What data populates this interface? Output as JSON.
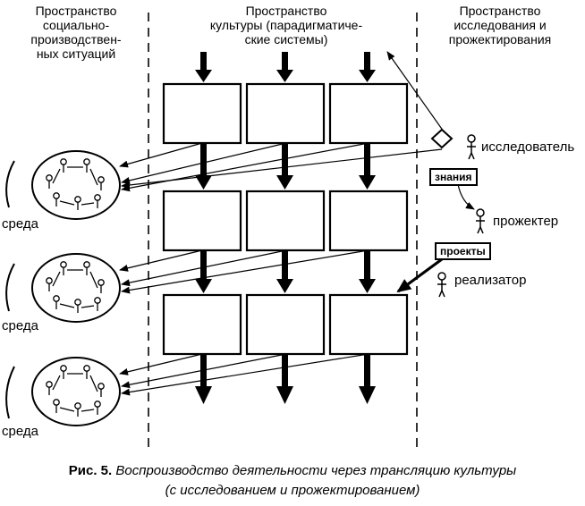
{
  "headers": {
    "left": [
      "Пространство",
      "социально-",
      "производствен-",
      "ных ситуаций"
    ],
    "middle": [
      "Пространство",
      "культуры (парадигматиче-",
      "ские системы)"
    ],
    "right": [
      "Пространство",
      "исследования и",
      "прожектирования"
    ]
  },
  "env_label": "среда",
  "roles": {
    "researcher": "исследователь",
    "projector": "прожектер",
    "implementer": "реализатор"
  },
  "tags": {
    "knowledge": "знания",
    "projects": "проекты"
  },
  "caption": {
    "figure": "Рис. 5.",
    "line1": "Воспроизводство деятельности через трансляцию культуры",
    "line2": "(с исследованием и прожектированием)"
  }
}
